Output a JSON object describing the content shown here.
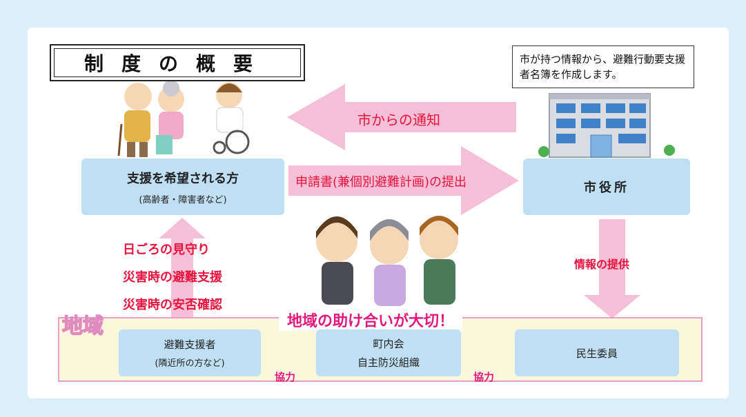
{
  "title": "制度の概要",
  "note": "市が持つ情報から、避難行動要支援者名簿を作成します。",
  "arrows": {
    "notice": "市からの通知",
    "application": "申請書(兼個別避難計画)の提出",
    "info": "情報の提供"
  },
  "boxes": {
    "applicant": {
      "main": "支援を希望される方",
      "sub": "(高齢者・障害者など)"
    },
    "city_hall": {
      "main": "市役所"
    },
    "evacuation_supporter": {
      "main": "避難支援者",
      "sub": "(隣近所の方など)"
    },
    "neighborhood": {
      "line1": "町内会",
      "line2": "自主防災組織"
    },
    "welfare": {
      "main": "民生委員"
    }
  },
  "support_list": [
    "日ごろの見守り",
    "災害時の避難支援",
    "災害時の安否確認"
  ],
  "region": {
    "label": "地域",
    "slogan": "地域の助け合いが大切！"
  },
  "cooperation": [
    "協力",
    "協力"
  ],
  "colors": {
    "arrow_pink": "#f5bfd7",
    "box_blue": "#bfe0f4",
    "accent_red": "#e8123c",
    "border_pink": "#e79bc8"
  }
}
